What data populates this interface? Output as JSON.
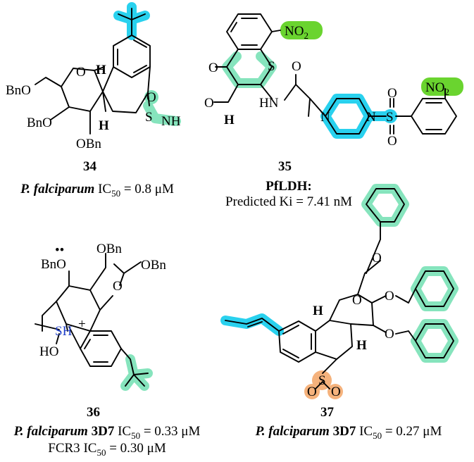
{
  "compounds": [
    {
      "id": "34",
      "caption_species": "P. falciparum",
      "caption_metric": "IC",
      "caption_sub": "50",
      "caption_value": " = 0.8 μM"
    },
    {
      "id": "35",
      "caption_title": "PfLDH:",
      "caption_value": "Predicted Ki = 7.41 nM"
    },
    {
      "id": "36",
      "caption_species": "P. falciparum",
      "caption_strain": "3D7",
      "caption_metric": "IC",
      "caption_sub": "50",
      "caption_value": " = 0.33 μM",
      "caption2_strain": "FCR3",
      "caption2_metric": "IC",
      "caption2_sub": "50",
      "caption2_value": " = 0.30 μM"
    },
    {
      "id": "37",
      "caption_species": "P. falciparum",
      "caption_strain": "3D7",
      "caption_metric": "IC",
      "caption_sub": "50",
      "caption_value": " = 0.27 μM"
    }
  ],
  "atoms": {
    "bno": "BnO",
    "obn": "OBn",
    "o": "O",
    "h": "H",
    "s": "S",
    "nh": "NH",
    "hn": "HN",
    "n": "N",
    "no": "NO",
    "two": "2",
    "sh": "SH",
    "plus": "+",
    "ho": "HO"
  },
  "highlight_colors": {
    "teal": "#7fe3b9",
    "cyan": "#29d1ee",
    "green": "#6ad42f",
    "orange": "#f5b27c"
  }
}
